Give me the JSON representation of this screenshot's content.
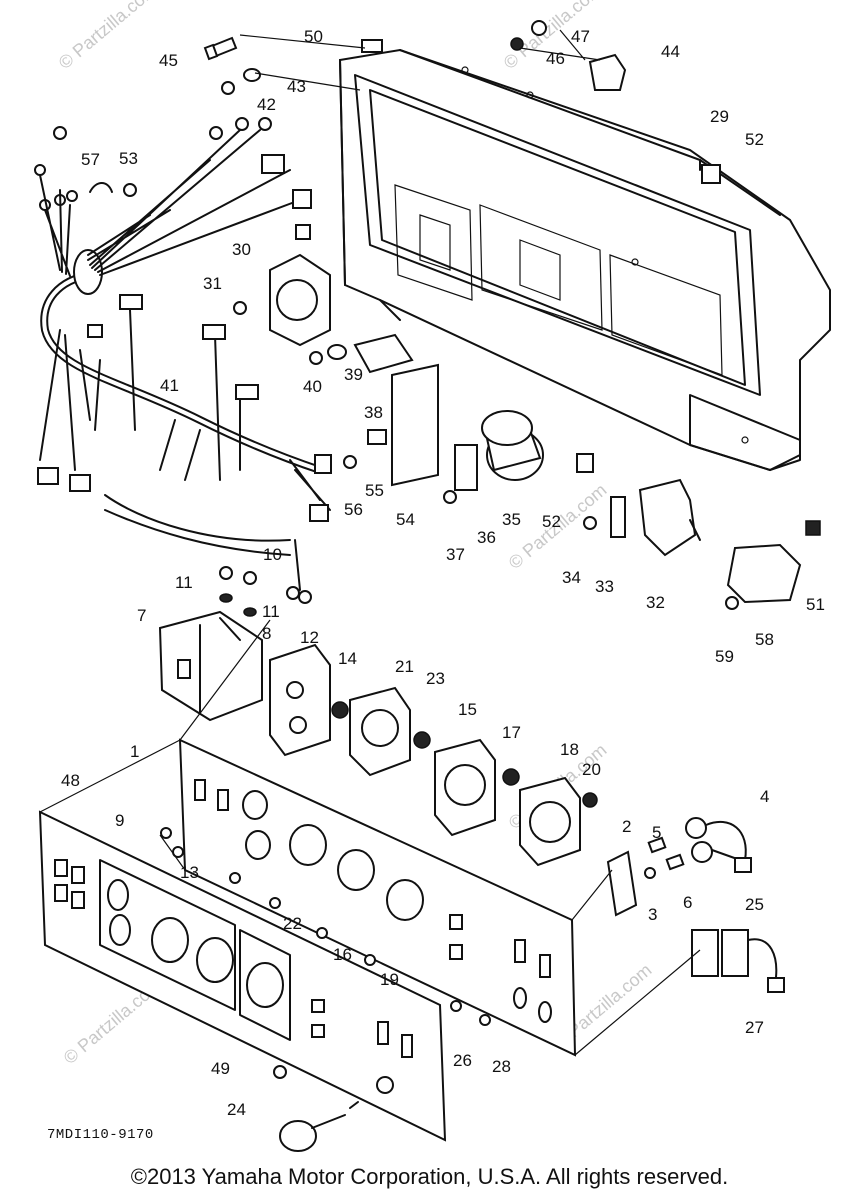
{
  "diagram": {
    "drawing_code": "7MDI110-9170",
    "copyright": "©2013 Yamaha Motor Corporation, U.S.A. All rights reserved.",
    "watermark": "© Partzilla.com",
    "callouts": [
      "1",
      "2",
      "3",
      "4",
      "5",
      "6",
      "7",
      "8",
      "9",
      "10",
      "11",
      "11",
      "12",
      "13",
      "14",
      "15",
      "16",
      "17",
      "18",
      "19",
      "20",
      "21",
      "22",
      "23",
      "24",
      "25",
      "26",
      "27",
      "28",
      "29",
      "30",
      "31",
      "32",
      "33",
      "34",
      "35",
      "36",
      "37",
      "38",
      "39",
      "40",
      "41",
      "42",
      "43",
      "44",
      "45",
      "46",
      "47",
      "48",
      "49",
      "50",
      "51",
      "52",
      "52",
      "53",
      "54",
      "55",
      "56",
      "57",
      "58",
      "59"
    ]
  }
}
